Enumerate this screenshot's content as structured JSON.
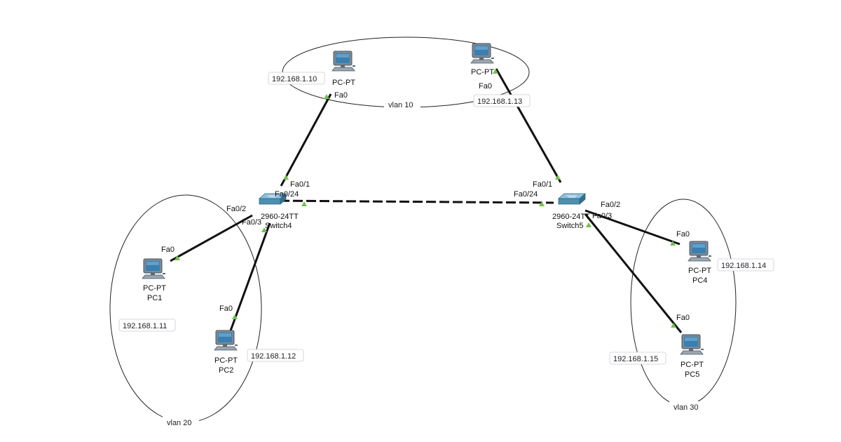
{
  "vlans": {
    "v10": "vlan 10",
    "v20": "vlan 20",
    "v30": "vlan 30"
  },
  "switches": {
    "sw4": {
      "model": "2960-24TT",
      "name": "Switch4"
    },
    "sw5": {
      "model": "2960-24TT",
      "name": "Switch5"
    }
  },
  "pcs": {
    "pc_top_left": {
      "type": "PC-PT",
      "ip": "192.168.1.10"
    },
    "pc_top_right": {
      "type": "PC-PT",
      "ip": "192.168.1.13"
    },
    "pc1": {
      "type": "PC-PT",
      "name": "PC1",
      "ip": "192.168.1.11"
    },
    "pc2": {
      "type": "PC-PT",
      "name": "PC2",
      "ip": "192.168.1.12"
    },
    "pc4": {
      "type": "PC-PT",
      "name": "PC4",
      "ip": "192.168.1.14"
    },
    "pc5": {
      "type": "PC-PT",
      "name": "PC5",
      "ip": "192.168.1.15"
    }
  },
  "ports": {
    "pc_fa0": "Fa0",
    "sw4_fa01": "Fa0/1",
    "sw4_fa024": "Fa0/24",
    "sw4_fa02": "Fa0/2",
    "sw4_fa03": "Fa0/3",
    "sw5_fa01": "Fa0/1",
    "sw5_fa024": "Fa0/24",
    "sw5_fa02": "Fa0/2",
    "sw5_fa03": "Fa0/3"
  },
  "colors": {
    "link_indicator": "#6fc24a",
    "switch_body": "#4e8fb0",
    "pc_screen": "#3a7fb0"
  }
}
